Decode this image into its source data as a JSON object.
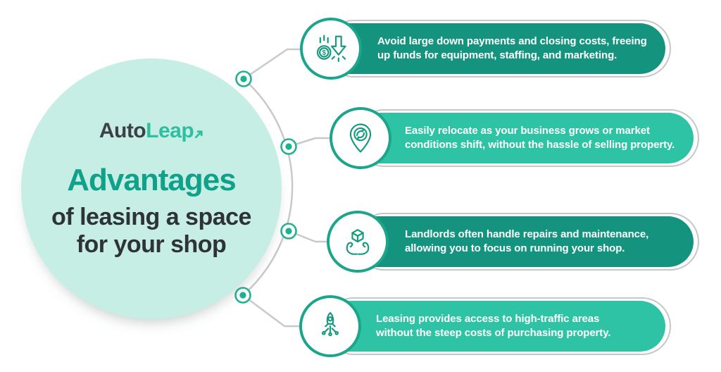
{
  "hero": {
    "logo": {
      "part1": "Auto",
      "part2": "Leap"
    },
    "title_highlight": "Advantages",
    "title_line2": "of leasing a space",
    "title_line3": "for your shop"
  },
  "cards": [
    {
      "icon": "coin-down-arrow-icon",
      "tone": "dark-teal",
      "line1": "Avoid large down payments and closing costs, freeing",
      "line2": "up funds for equipment, staffing, and marketing."
    },
    {
      "icon": "relocate-pin-icon",
      "tone": "light-teal",
      "line1": "Easily relocate as your business grows or market",
      "line2": "conditions shift, without the hassle of selling property."
    },
    {
      "icon": "hands-holding-box-icon",
      "tone": "dark-teal",
      "line1": "Landlords often handle repairs and maintenance,",
      "line2": "allowing you to focus on running your shop."
    },
    {
      "icon": "rocket-icon",
      "tone": "light-teal",
      "line1": "Leasing provides access to high-traffic areas",
      "line2": "without the steep costs of purchasing property."
    }
  ],
  "icons": {
    "money_symbol": "$"
  },
  "colors": {
    "card_dark": "#14947f",
    "card_light": "#2dc3a4",
    "hero_bg": "#c7eee4",
    "title_accent": "#10a18a",
    "logo_dark": "#3b4146",
    "logo_teal": "#2dbfa0",
    "body_text_dark": "#2e3338",
    "card_text": "#ffffff",
    "connector_gray": "#c7cac9",
    "badge_border": "#1ba58b"
  }
}
